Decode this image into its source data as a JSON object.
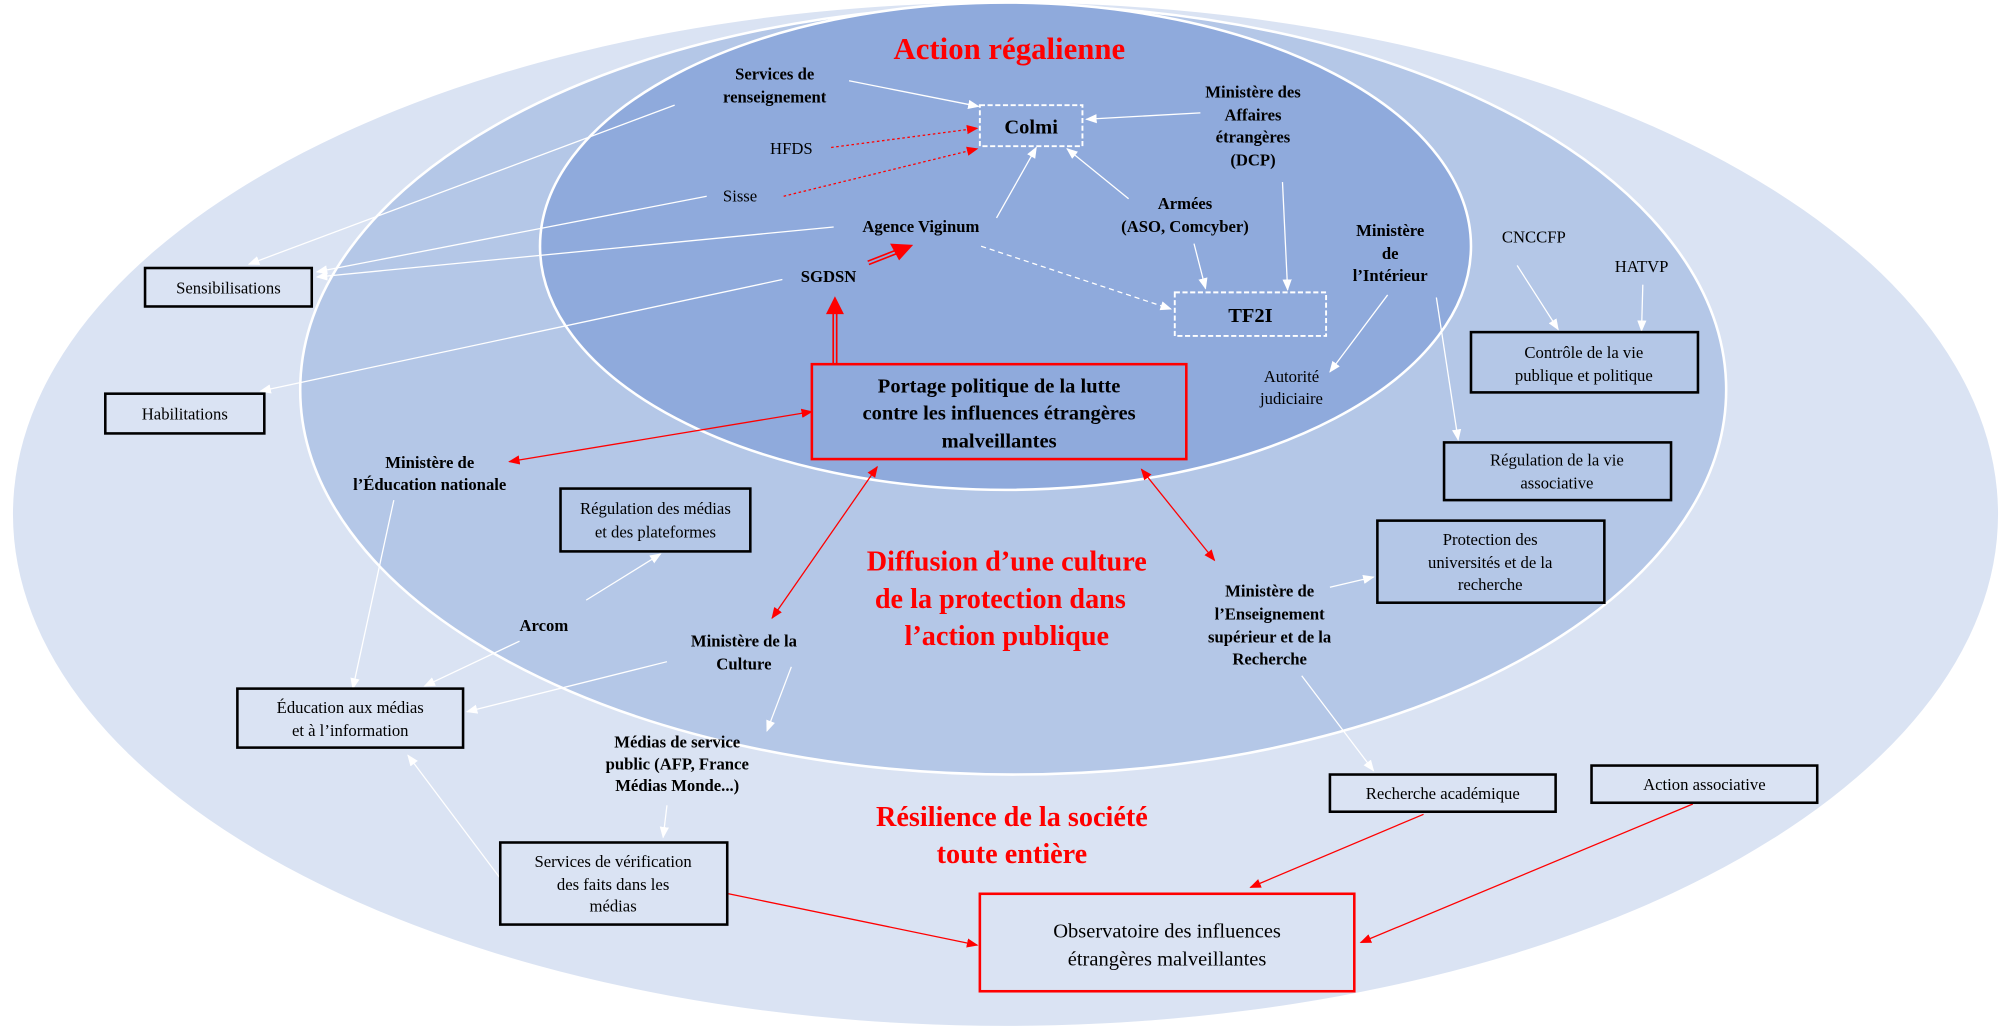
{
  "colors": {
    "outer": "#dae3f3",
    "middle": "#b4c7e7",
    "inner": "#8faadc",
    "accent": "#ff0000"
  },
  "zones": {
    "regalian": "Action régalienne",
    "diffusion": [
      "Diffusion d’une culture",
      "de la protection  dans",
      "l’action publique"
    ],
    "resilience": [
      "Résilience de la société",
      "toute entière"
    ]
  },
  "nodes": {
    "services_renseignement": [
      "Services de",
      "renseignement"
    ],
    "colmi": "Colmi",
    "hfds": "HFDS",
    "sisse": "Sisse",
    "mae": [
      "Ministère des",
      "Affaires",
      "étrangères",
      "(DCP)"
    ],
    "armees": [
      "Armées",
      "(ASO, Comcyber)"
    ],
    "viginum": "Agence Viginum",
    "sgdsn": "SGDSN",
    "tf2i": "TF2I",
    "interieur": [
      "Ministère",
      "de",
      "l’Intérieur"
    ],
    "autorite_judiciaire": [
      "Autorité",
      "judiciaire"
    ],
    "cnccfp": "CNCCFP",
    "hatvp": "HATVP",
    "controle_vie_publique": [
      "Contrôle de la vie",
      "publique et politique"
    ],
    "regulation_vie_associative": [
      "Régulation de la vie",
      "associative"
    ],
    "sensibilisations": "Sensibilisations",
    "habilitations": "Habilitations",
    "portage": [
      "Portage politique de la lutte",
      "contre les influences étrangères",
      "malveillantes"
    ],
    "education_nationale": [
      "Ministère de",
      "l’Éducation nationale"
    ],
    "regulation_medias": [
      "Régulation des médias",
      "et des plateformes"
    ],
    "protection_universites": [
      "Protection des",
      "universités et de la",
      "recherche"
    ],
    "mesr": [
      "Ministère de",
      "l’Enseignement",
      "supérieur et de la",
      "Recherche"
    ],
    "arcom": "Arcom",
    "culture": [
      "Ministère de la",
      "Culture"
    ],
    "education_medias": [
      "Éducation aux médias",
      "et à l’information"
    ],
    "medias_service_public": [
      "Médias de service",
      "public (AFP, France",
      "Médias Monde...)"
    ],
    "recherche_academique": "Recherche académique",
    "action_associative": "Action associative",
    "verification_faits": [
      "Services de vérification",
      "des faits dans les",
      "médias"
    ],
    "observatoire": [
      "Observatoire des influences",
      "étrangères malveillantes"
    ]
  }
}
